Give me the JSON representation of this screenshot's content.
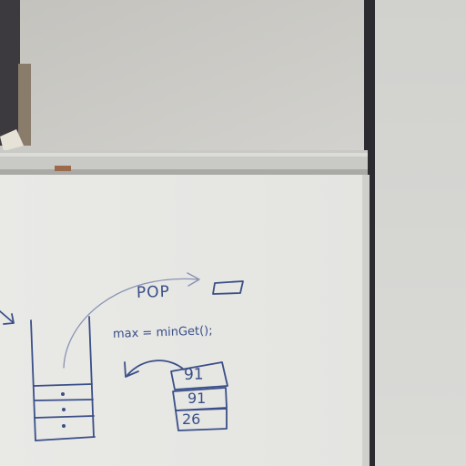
{
  "image_description_free": true,
  "colors": {
    "wall": "#c9c8c3",
    "whiteboard": "#ebebe8",
    "tray": "#c5c5c1",
    "right_panel": "#d6d6d3",
    "marker_ink": "#3a4f88"
  },
  "handwriting": {
    "pop": "POP",
    "code": "max = minGet();",
    "stack_values": [
      "91",
      "91",
      "26"
    ]
  }
}
